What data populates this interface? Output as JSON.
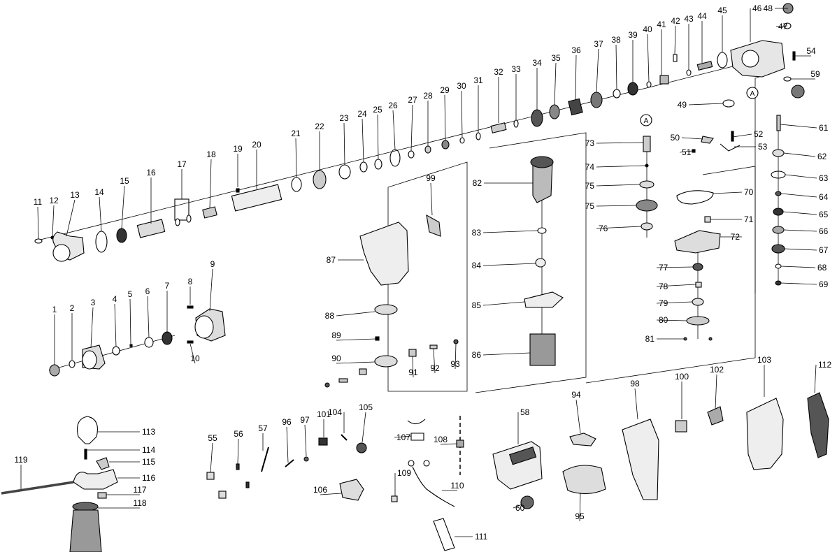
{
  "callouts": [
    "1",
    "2",
    "3",
    "4",
    "5",
    "6",
    "7",
    "8",
    "9",
    "10",
    "11",
    "12",
    "13",
    "14",
    "15",
    "16",
    "17",
    "18",
    "19",
    "20",
    "21",
    "22",
    "23",
    "24",
    "25",
    "26",
    "27",
    "28",
    "29",
    "30",
    "31",
    "32",
    "33",
    "34",
    "35",
    "36",
    "37",
    "38",
    "39",
    "40",
    "41",
    "42",
    "43",
    "44",
    "45",
    "46",
    "47",
    "48",
    "49",
    "50",
    "51",
    "52",
    "53",
    "54",
    "55",
    "56",
    "57",
    "58",
    "59",
    "60",
    "61",
    "62",
    "63",
    "64",
    "65",
    "66",
    "67",
    "68",
    "69",
    "70",
    "71",
    "72",
    "73",
    "74",
    "75",
    "75",
    "76",
    "77",
    "78",
    "79",
    "80",
    "81",
    "82",
    "83",
    "84",
    "85",
    "86",
    "87",
    "88",
    "89",
    "90",
    "91",
    "92",
    "93",
    "94",
    "95",
    "96",
    "97",
    "98",
    "99",
    "100",
    "101",
    "102",
    "103",
    "104",
    "105",
    "106",
    "107",
    "108",
    "109",
    "110",
    "111",
    "112",
    "113",
    "114",
    "115",
    "116",
    "117",
    "118",
    "119"
  ],
  "reference_marks": [
    "A",
    "A"
  ]
}
